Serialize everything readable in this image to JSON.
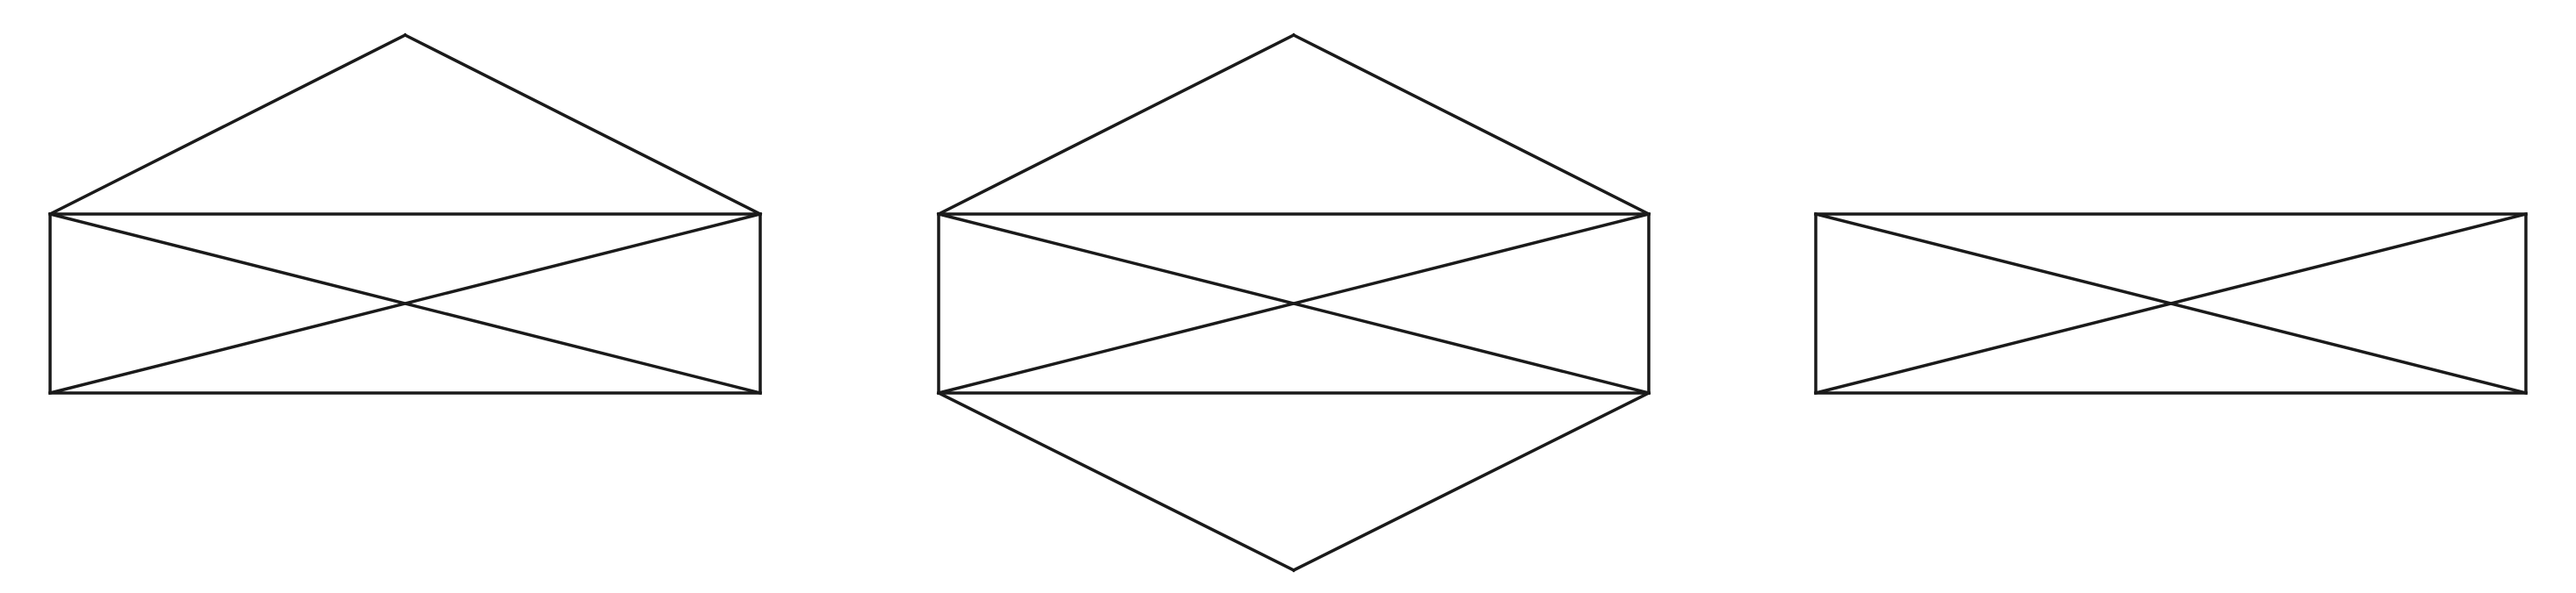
{
  "colors": {
    "background": "#ffffff",
    "stroke": "#1a1a1a"
  },
  "figures": [
    {
      "name": "envelope-figure",
      "parts": [
        "rectangle",
        "diagonals",
        "top-triangle"
      ]
    },
    {
      "name": "hexagon-figure",
      "parts": [
        "rectangle",
        "diagonals",
        "top-triangle",
        "bottom-triangle"
      ]
    },
    {
      "name": "crossed-rectangle-figure",
      "parts": [
        "rectangle",
        "diagonals"
      ]
    }
  ]
}
